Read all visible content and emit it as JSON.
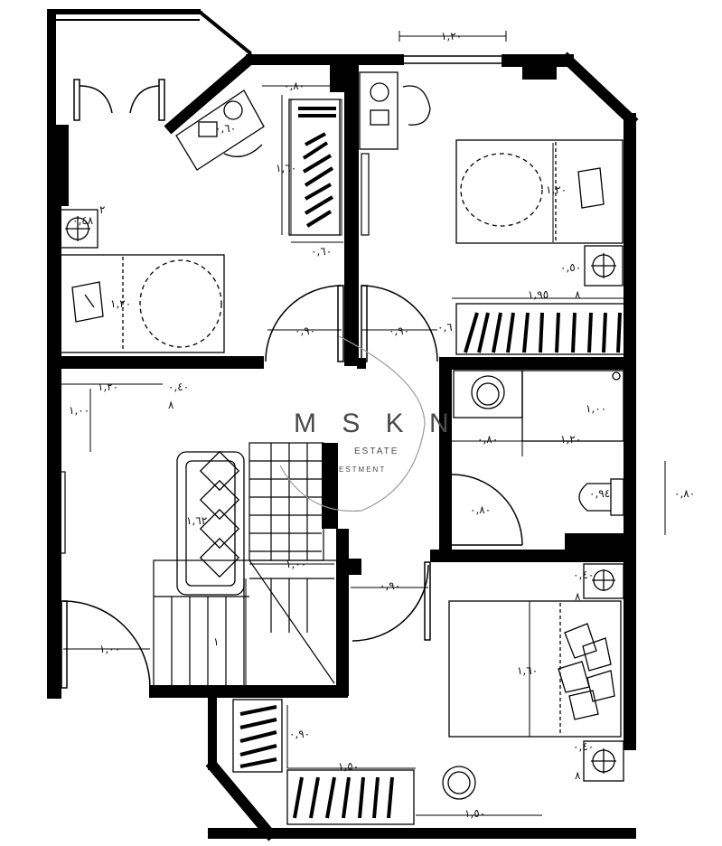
{
  "watermark": {
    "brand": "M S K N",
    "line1": "ESTATE",
    "line2": "ESTMENT"
  },
  "dimensions": {
    "d1": "١,٢٠",
    "d2": "٠,٨٠",
    "d3": "١,٦٠",
    "d4": "٠,٦٠",
    "d5": "٠,٦٠",
    "d6": "٠,٤٨",
    "d7": "٢",
    "d8": "١,٢٠",
    "d9": "١,٢٠",
    "d10": "٠,٥٠",
    "d11": "١,٩٥",
    "d12": "٠,٩٠",
    "d13": "٠,٩٠",
    "d14": "٠,٦",
    "d15": "١,٢٠",
    "d16": "٠,٤٠",
    "d17": "١,٠٠",
    "d18": "١,٠٠",
    "d19": "٠,٨٠",
    "d20": "١,٢٠",
    "d21": "٠,٩٤",
    "d22": "٠,٨٠",
    "d23": "٠,٨٠",
    "d24": "١,٦٢",
    "d25": "١,٠٠",
    "d26": "٠,٩٠",
    "d27": "١",
    "d28": "١,٠٠",
    "d29": "٠,٤٠",
    "d30": "١,٦٠",
    "d31": "٠,٤٠",
    "d32": "٠,٩٠",
    "d33": "١,٥٠",
    "d34": "١,٥٠",
    "d35": "٨",
    "d36": "٨",
    "d37": "٨",
    "d38": "٨"
  }
}
